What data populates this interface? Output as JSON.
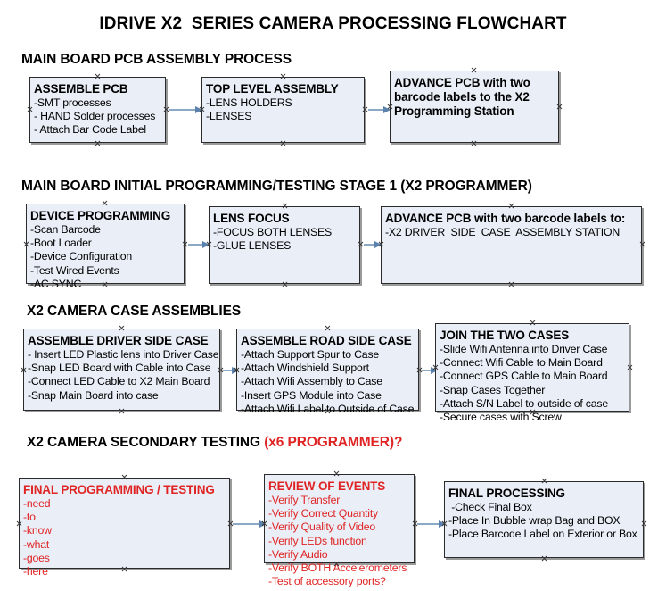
{
  "document": {
    "title": "IDRIVE X2  SERIES CAMERA PROCESSING FLOWCHART"
  },
  "colors": {
    "node_fill": "#e9eef7",
    "node_border": "#2b2b2b",
    "connector": "#8ba8c4",
    "accent_red": "#e02424",
    "text": "#000000"
  },
  "sections": [
    {
      "heading": "MAIN BOARD PCB ASSEMBLY PROCESS",
      "heading_accent": "",
      "nodes": [
        {
          "title": "ASSEMBLE PCB",
          "lines": [
            "-SMT processes",
            "- HAND Solder processes",
            "- Attach Bar Code Label"
          ]
        },
        {
          "title": "TOP LEVEL ASSEMBLY",
          "lines": [
            "-LENS HOLDERS",
            "-LENSES"
          ]
        },
        {
          "title": "ADVANCE PCB with two barcode labels to the  X2 Programming Station",
          "lines": []
        }
      ]
    },
    {
      "heading": "MAIN BOARD INITIAL PROGRAMMING/TESTING STAGE 1 (X2 PROGRAMMER)",
      "heading_accent": "",
      "nodes": [
        {
          "title": "DEVICE PROGRAMMING",
          "lines": [
            "-Scan Barcode",
            "-Boot Loader",
            "-Device Configuration",
            "-Test Wired Events",
            "-AC SYNC"
          ]
        },
        {
          "title": "LENS FOCUS",
          "lines": [
            "-FOCUS BOTH LENSES",
            "-GLUE LENSES"
          ]
        },
        {
          "title": "ADVANCE PCB with two barcode labels to:",
          "lines": [
            "-X2 DRIVER  SIDE  CASE  ASSEMBLY STATION"
          ]
        }
      ]
    },
    {
      "heading": "X2 CAMERA CASE ASSEMBLIES",
      "heading_accent": "",
      "nodes": [
        {
          "title": "ASSEMBLE DRIVER SIDE CASE",
          "lines": [
            "- Insert LED Plastic lens into Driver Case",
            "-Snap LED Board with Cable into Case",
            "-Connect LED Cable to X2 Main Board",
            "-Snap Main Board into case"
          ]
        },
        {
          "title": "ASSEMBLE ROAD SIDE CASE",
          "lines": [
            "-Attach Support Spur to Case",
            "-Attach Windshield Support",
            "-Attach Wifi Assembly to Case",
            "-Insert GPS Module into Case",
            "-Attach Wifi Label to Outside of Case"
          ]
        },
        {
          "title": "JOIN THE TWO CASES",
          "lines": [
            "-Slide Wifi Antenna into Driver Case",
            "-Connect Wifi Cable to Main Board",
            "-Connect GPS Cable to Main Board",
            "-Snap Cases Together",
            "-Attach S/N Label to outside of case",
            "-Secure cases with Screw"
          ]
        }
      ]
    },
    {
      "heading": "X2 CAMERA SECONDARY TESTING ",
      "heading_accent": "(x6 PROGRAMMER)?",
      "nodes": [
        {
          "title": "FINAL PROGRAMMING / TESTING",
          "lines": [
            "-need",
            "-to",
            "-know",
            "-what",
            "-goes",
            "-here"
          ]
        },
        {
          "title": "REVIEW OF EVENTS",
          "lines": [
            "-Verify Transfer",
            "-Verify Correct Quantity",
            "-Verify Quality of Video",
            "-Verify LEDs function",
            "-Verify Audio",
            "-Verify BOTH Accelerometers",
            "-Test of accessory ports?"
          ]
        },
        {
          "title": "FINAL PROCESSING",
          "lines": [
            " -Check Final Box",
            "-Place In Bubble wrap Bag and BOX",
            "-Place Barcode Label on Exterior or Box"
          ]
        }
      ]
    }
  ]
}
